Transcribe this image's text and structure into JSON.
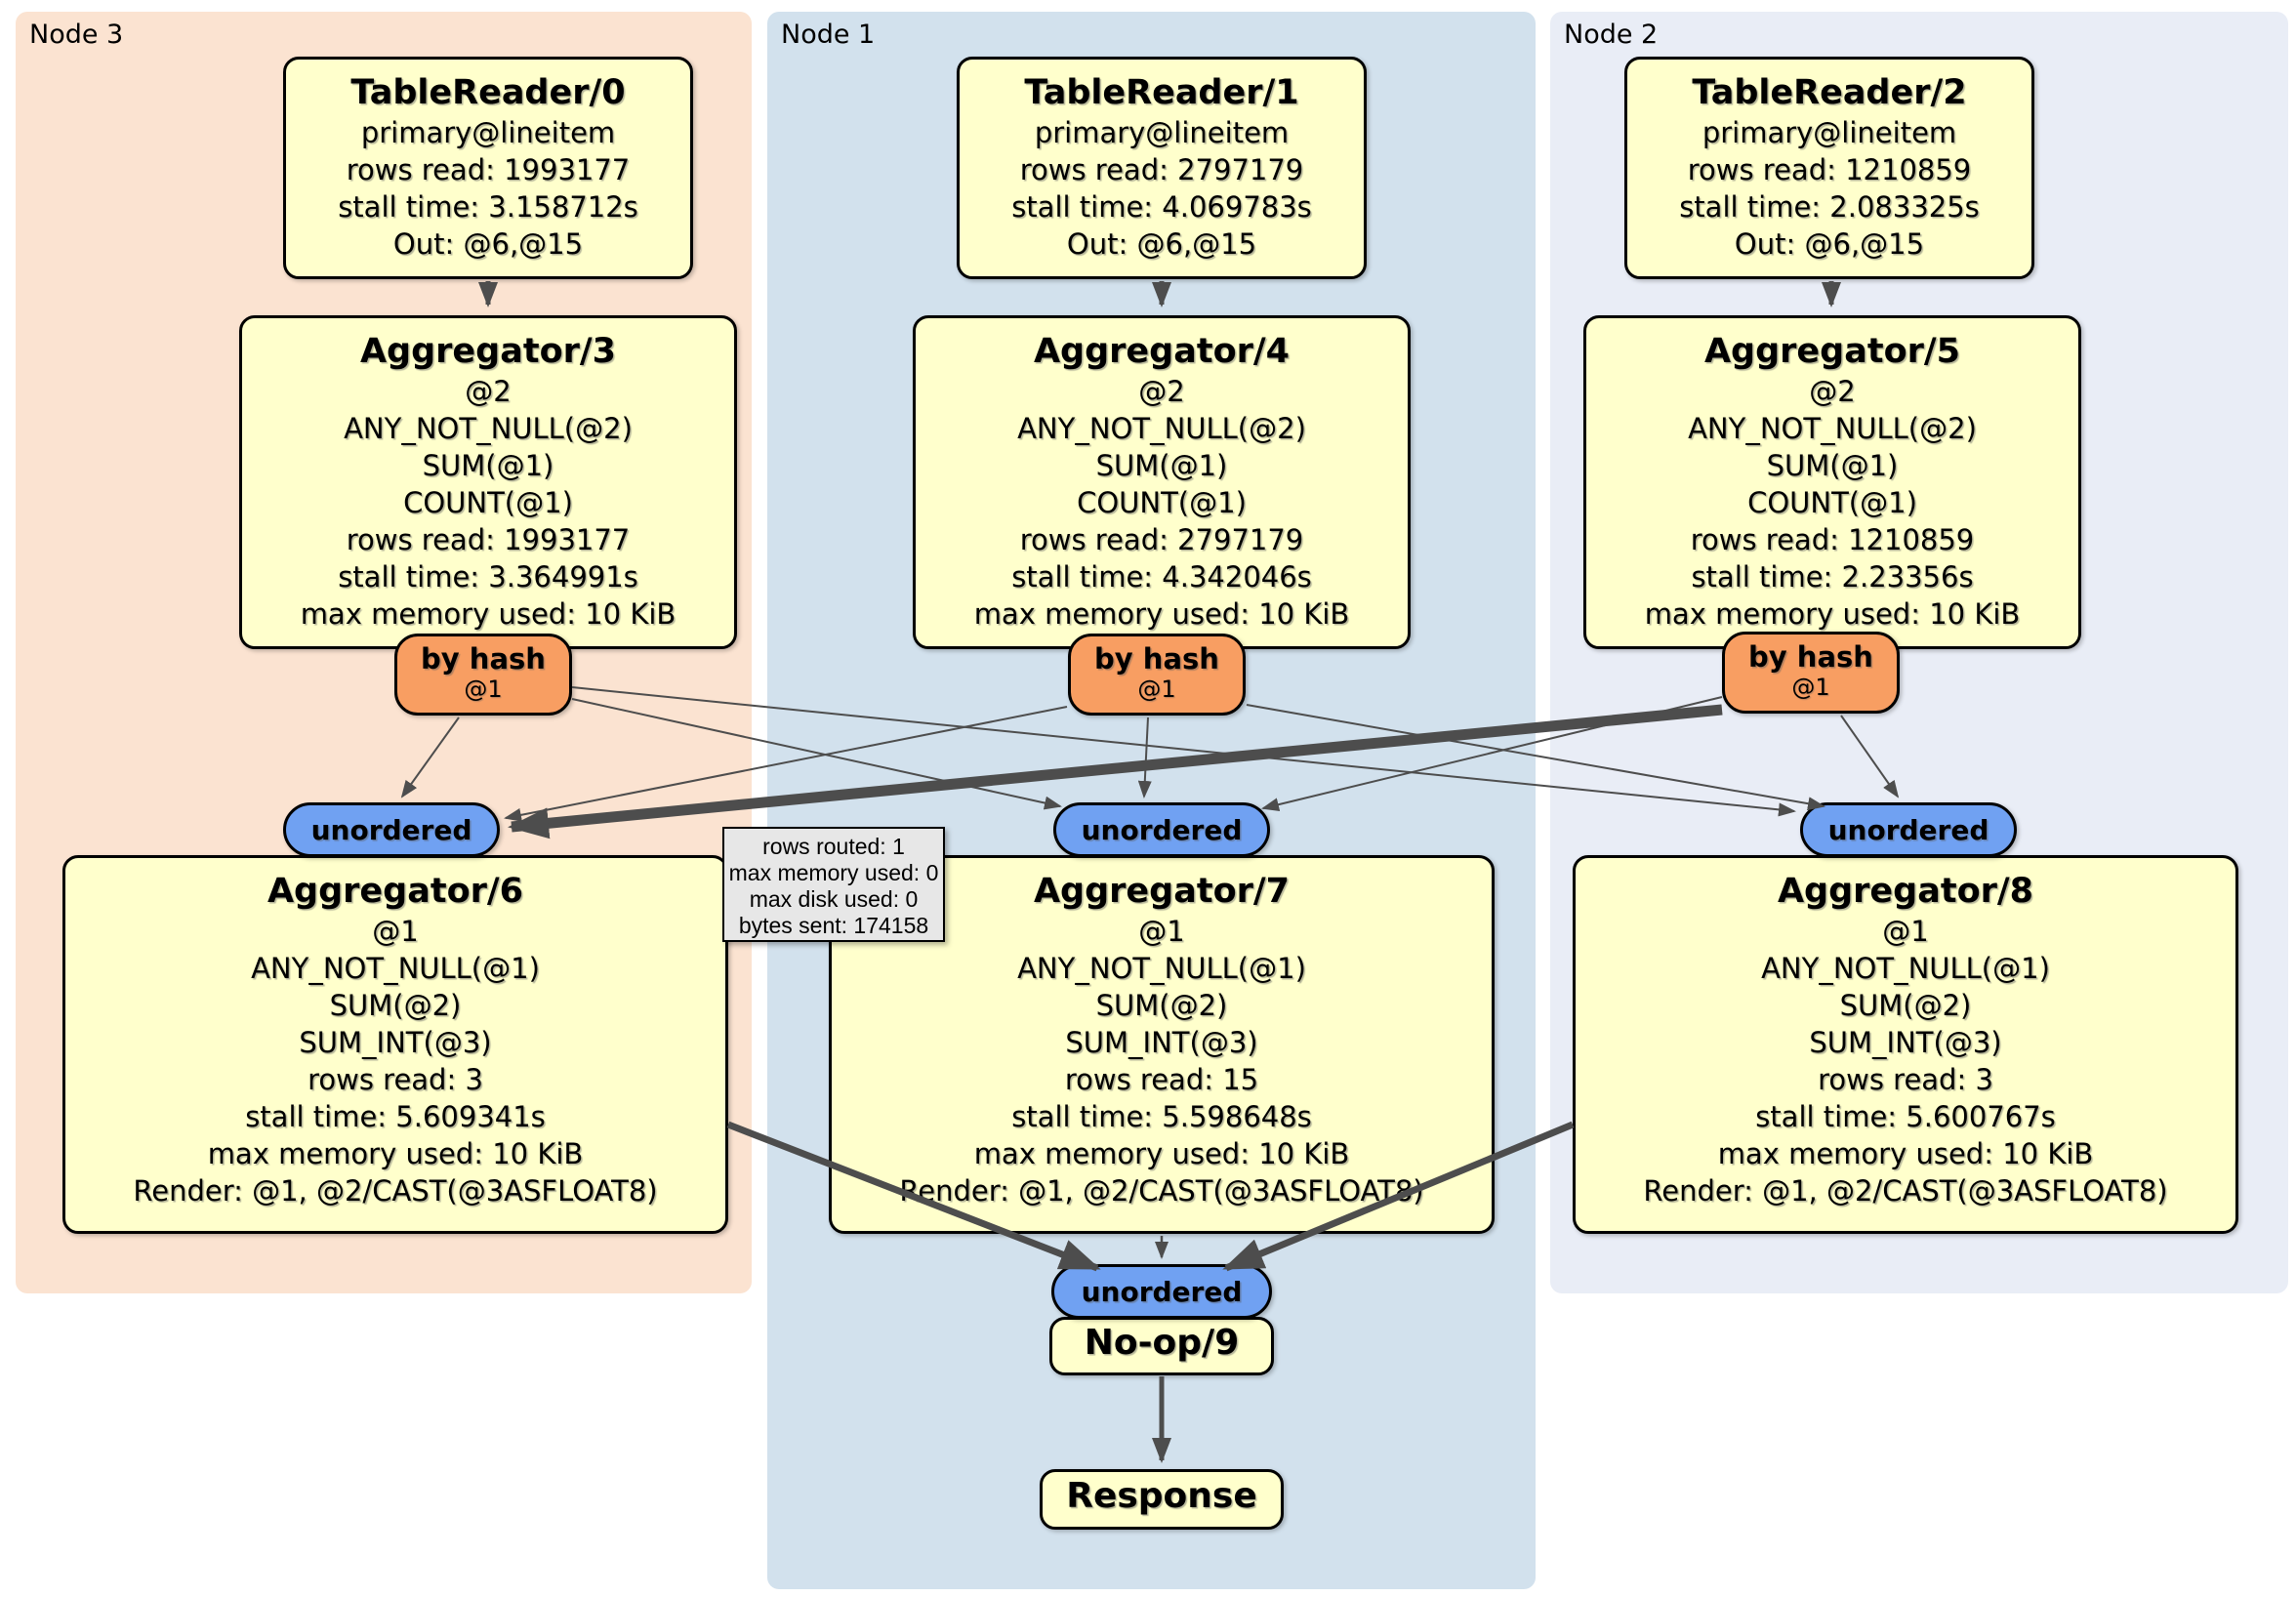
{
  "colors": {
    "canvas": "#ffffff",
    "panel-node3": "#fbe3d1",
    "panel-node1": "#d2e1ed",
    "panel-node2": "#e9edf6",
    "box-fill": "#ffffcc",
    "box-border": "#000000",
    "router-fill": "#f89e62",
    "stream-fill": "#70a1f2",
    "tooltip-fill": "#e7e7e7",
    "edge": "#4d4d4d"
  },
  "panels": {
    "node3": {
      "label": "Node 3"
    },
    "node1": {
      "label": "Node 1"
    },
    "node2": {
      "label": "Node 2"
    }
  },
  "nodes": {
    "tablereader0": {
      "title": "TableReader/0",
      "lines": [
        "primary@lineitem",
        "rows read: 1993177",
        "stall time: 3.158712s",
        "Out: @6,@15"
      ]
    },
    "tablereader1": {
      "title": "TableReader/1",
      "lines": [
        "primary@lineitem",
        "rows read: 2797179",
        "stall time: 4.069783s",
        "Out: @6,@15"
      ]
    },
    "tablereader2": {
      "title": "TableReader/2",
      "lines": [
        "primary@lineitem",
        "rows read: 1210859",
        "stall time: 2.083325s",
        "Out: @6,@15"
      ]
    },
    "aggregator3": {
      "title": "Aggregator/3",
      "lines": [
        "@2",
        "ANY_NOT_NULL(@2)",
        "SUM(@1)",
        "COUNT(@1)",
        "rows read: 1993177",
        "stall time: 3.364991s",
        "max memory used: 10 KiB"
      ]
    },
    "aggregator4": {
      "title": "Aggregator/4",
      "lines": [
        "@2",
        "ANY_NOT_NULL(@2)",
        "SUM(@1)",
        "COUNT(@1)",
        "rows read: 2797179",
        "stall time: 4.342046s",
        "max memory used: 10 KiB"
      ]
    },
    "aggregator5": {
      "title": "Aggregator/5",
      "lines": [
        "@2",
        "ANY_NOT_NULL(@2)",
        "SUM(@1)",
        "COUNT(@1)",
        "rows read: 1210859",
        "stall time: 2.23356s",
        "max memory used: 10 KiB"
      ]
    },
    "byhash1": {
      "title": "by hash",
      "sub": "@1"
    },
    "byhash2": {
      "title": "by hash",
      "sub": "@1"
    },
    "byhash3": {
      "title": "by hash",
      "sub": "@1"
    },
    "unordered1": {
      "label": "unordered"
    },
    "unordered2": {
      "label": "unordered"
    },
    "unordered3": {
      "label": "unordered"
    },
    "aggregator6": {
      "title": "Aggregator/6",
      "lines": [
        "@1",
        "ANY_NOT_NULL(@1)",
        "SUM(@2)",
        "SUM_INT(@3)",
        "rows read: 3",
        "stall time: 5.609341s",
        "max memory used: 10 KiB",
        "Render: @1, @2/CAST(@3ASFLOAT8)"
      ]
    },
    "aggregator7": {
      "title": "Aggregator/7",
      "lines": [
        "@1",
        "ANY_NOT_NULL(@1)",
        "SUM(@2)",
        "SUM_INT(@3)",
        "rows read: 15",
        "stall time: 5.598648s",
        "max memory used: 10 KiB",
        "Render: @1, @2/CAST(@3ASFLOAT8)"
      ]
    },
    "aggregator8": {
      "title": "Aggregator/8",
      "lines": [
        "@1",
        "ANY_NOT_NULL(@1)",
        "SUM(@2)",
        "SUM_INT(@3)",
        "rows read: 3",
        "stall time: 5.600767s",
        "max memory used: 10 KiB",
        "Render: @1, @2/CAST(@3ASFLOAT8)"
      ]
    },
    "unordered_final": {
      "label": "unordered"
    },
    "noop9": {
      "title": "No-op/9"
    },
    "response": {
      "title": "Response"
    }
  },
  "tooltip": {
    "lines": [
      "rows routed: 1",
      "max memory used: 0",
      "max disk used: 0",
      "bytes sent: 174158"
    ]
  },
  "edges": [
    {
      "from": "TableReader/0",
      "to": "Aggregator/3",
      "weight": "medium"
    },
    {
      "from": "TableReader/1",
      "to": "Aggregator/4",
      "weight": "medium"
    },
    {
      "from": "TableReader/2",
      "to": "Aggregator/5",
      "weight": "medium"
    },
    {
      "from": "by hash (Node 3)",
      "to": "unordered (Node 3)",
      "weight": "thin"
    },
    {
      "from": "by hash (Node 3)",
      "to": "unordered (Node 1)",
      "weight": "thin"
    },
    {
      "from": "by hash (Node 3)",
      "to": "unordered (Node 2)",
      "weight": "thin"
    },
    {
      "from": "by hash (Node 1)",
      "to": "unordered (Node 3)",
      "weight": "thin"
    },
    {
      "from": "by hash (Node 1)",
      "to": "unordered (Node 1)",
      "weight": "thin"
    },
    {
      "from": "by hash (Node 1)",
      "to": "unordered (Node 2)",
      "weight": "thin"
    },
    {
      "from": "by hash (Node 2)",
      "to": "unordered (Node 3)",
      "weight": "thick"
    },
    {
      "from": "by hash (Node 2)",
      "to": "unordered (Node 1)",
      "weight": "thin"
    },
    {
      "from": "by hash (Node 2)",
      "to": "unordered (Node 2)",
      "weight": "thin"
    },
    {
      "from": "Aggregator/6",
      "to": "unordered (final)",
      "weight": "thick"
    },
    {
      "from": "Aggregator/7",
      "to": "unordered (final)",
      "weight": "thin"
    },
    {
      "from": "Aggregator/8",
      "to": "unordered (final)",
      "weight": "thick"
    },
    {
      "from": "No-op/9",
      "to": "Response",
      "weight": "medium"
    }
  ]
}
